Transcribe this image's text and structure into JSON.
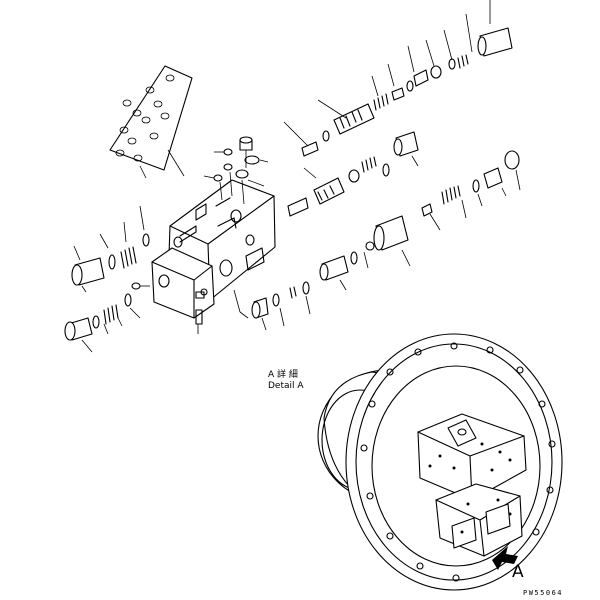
{
  "detail_label_jp": "A 詳 細",
  "detail_label_en": "Detail A",
  "view_letter": "A",
  "drawing_code": "PW55064"
}
